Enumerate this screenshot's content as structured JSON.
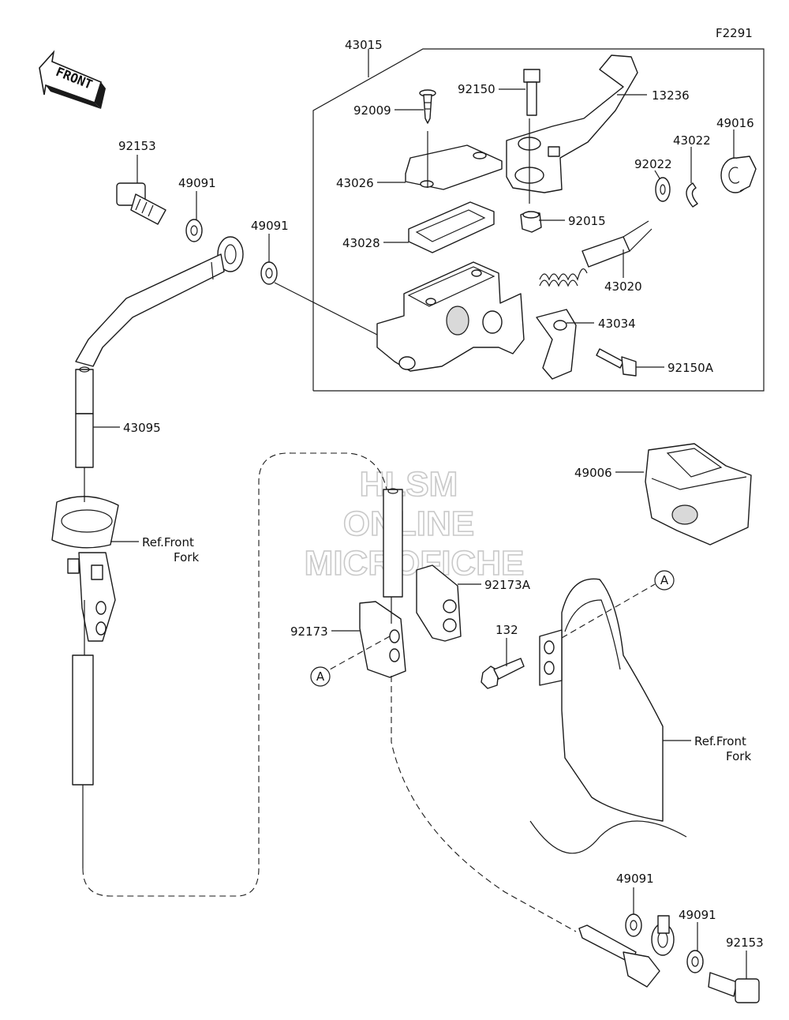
{
  "figure_id": "F2291",
  "front_badge": "FRONT",
  "watermark": [
    "HLSM",
    "ONLINE",
    "MICROFICHE"
  ],
  "callouts": {
    "c43015": "43015",
    "c92150": "92150",
    "c13236": "13236",
    "c92009": "92009",
    "c49016": "49016",
    "c43022": "43022",
    "c92022": "92022",
    "c43026": "43026",
    "c92015": "92015",
    "c43028": "43028",
    "c43020": "43020",
    "c43034": "43034",
    "c92150A": "92150A",
    "c92153_top": "92153",
    "c49091_a": "49091",
    "c49091_b": "49091",
    "c43095": "43095",
    "c49006": "49006",
    "c92173A": "92173A",
    "c92173": "92173",
    "c132": "132",
    "c49091_c": "49091",
    "c49091_d": "49091",
    "c92153_bot": "92153",
    "ref_front_fork_1_line1": "Ref.Front",
    "ref_front_fork_1_line2": "Fork",
    "ref_front_fork_2_line1": "Ref.Front",
    "ref_front_fork_2_line2": "Fork",
    "marker_a_1": "A",
    "marker_a_2": "A"
  },
  "icons": {
    "front_arrow": "front-arrow-icon",
    "marker": "circle-marker-icon"
  }
}
